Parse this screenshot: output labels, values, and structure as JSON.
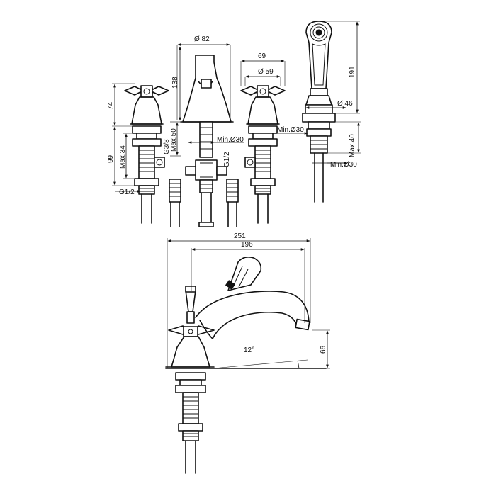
{
  "dimensions": {
    "d82": "Ø 82",
    "h138": "138",
    "w69": "69",
    "d59": "Ø 59",
    "h191": "191",
    "d46": "Ø 46",
    "h74": "74",
    "h99": "99",
    "max34": "Max.34",
    "g38": "G3/8",
    "max50": "Max.50",
    "min30_spout": "Min.Ø30",
    "g12_spout": "G1/2",
    "min30_right": "Min.Ø30",
    "max40": "Max.40",
    "min30_shower": "Min.Ø30",
    "g12_left": "G1/2",
    "w251": "251",
    "w196": "196",
    "angle12": "12°",
    "h66": "66"
  },
  "colors": {
    "line": "#111111",
    "background": "#ffffff"
  }
}
